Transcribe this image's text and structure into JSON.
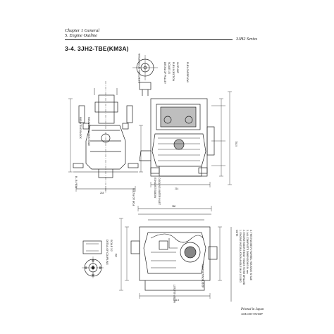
{
  "header": {
    "chapter": "Chapter 1 General",
    "section": "5. Engine Outline",
    "series": "3JH2 Series"
  },
  "title": "3-4. 3JH2-TBE(KM3A)",
  "labels": {
    "rotation": "DIRECTION OF ROTATION",
    "pulley": "DETAIL OF PULLEY",
    "scale": "SCALE 1/3",
    "injection": "FUEL INJECTION",
    "pump": "INJ PUMP",
    "overflow": "FUEL OVERFLOW",
    "mount_block": "MOUNTING BLOCK",
    "mount_block_hole": "MOUNTING BLOCK HOLE",
    "rear_view": "B - B VIEW",
    "exhaust": "EXHAUST ELBOW",
    "cooling_in": "COOLING WATER INLET",
    "lo_filter": "FOR LO FILTER",
    "coupling": "DETAIL OF COUPLING",
    "coupling_scale": "SCALE 1/2",
    "additional_elbow": "ADDITIONAL ELBOW",
    "water_out": "WATER OUTLET",
    "notes": [
      "NOTE",
      "1. ENGINE INSTALLATION ANGLE MAX 15 DEG",
      "2. ENGINE MOUNT BOLT HOLES TO BE DRILLED",
      "3. ALL COMPLETE DIMENSIONS IN mm",
      "4. THE ENGINE FLYWHEEL HOUSING IS SAE"
    ]
  },
  "dimensions": {
    "top_width": "218",
    "bottom_width": "214",
    "side_overall": "792.5",
    "plan_width": "380",
    "plan_a": "161.5",
    "plan_b": "232"
  },
  "footer": {
    "printed": "Printed in Japan",
    "code": "A0A1003-9510SP"
  }
}
